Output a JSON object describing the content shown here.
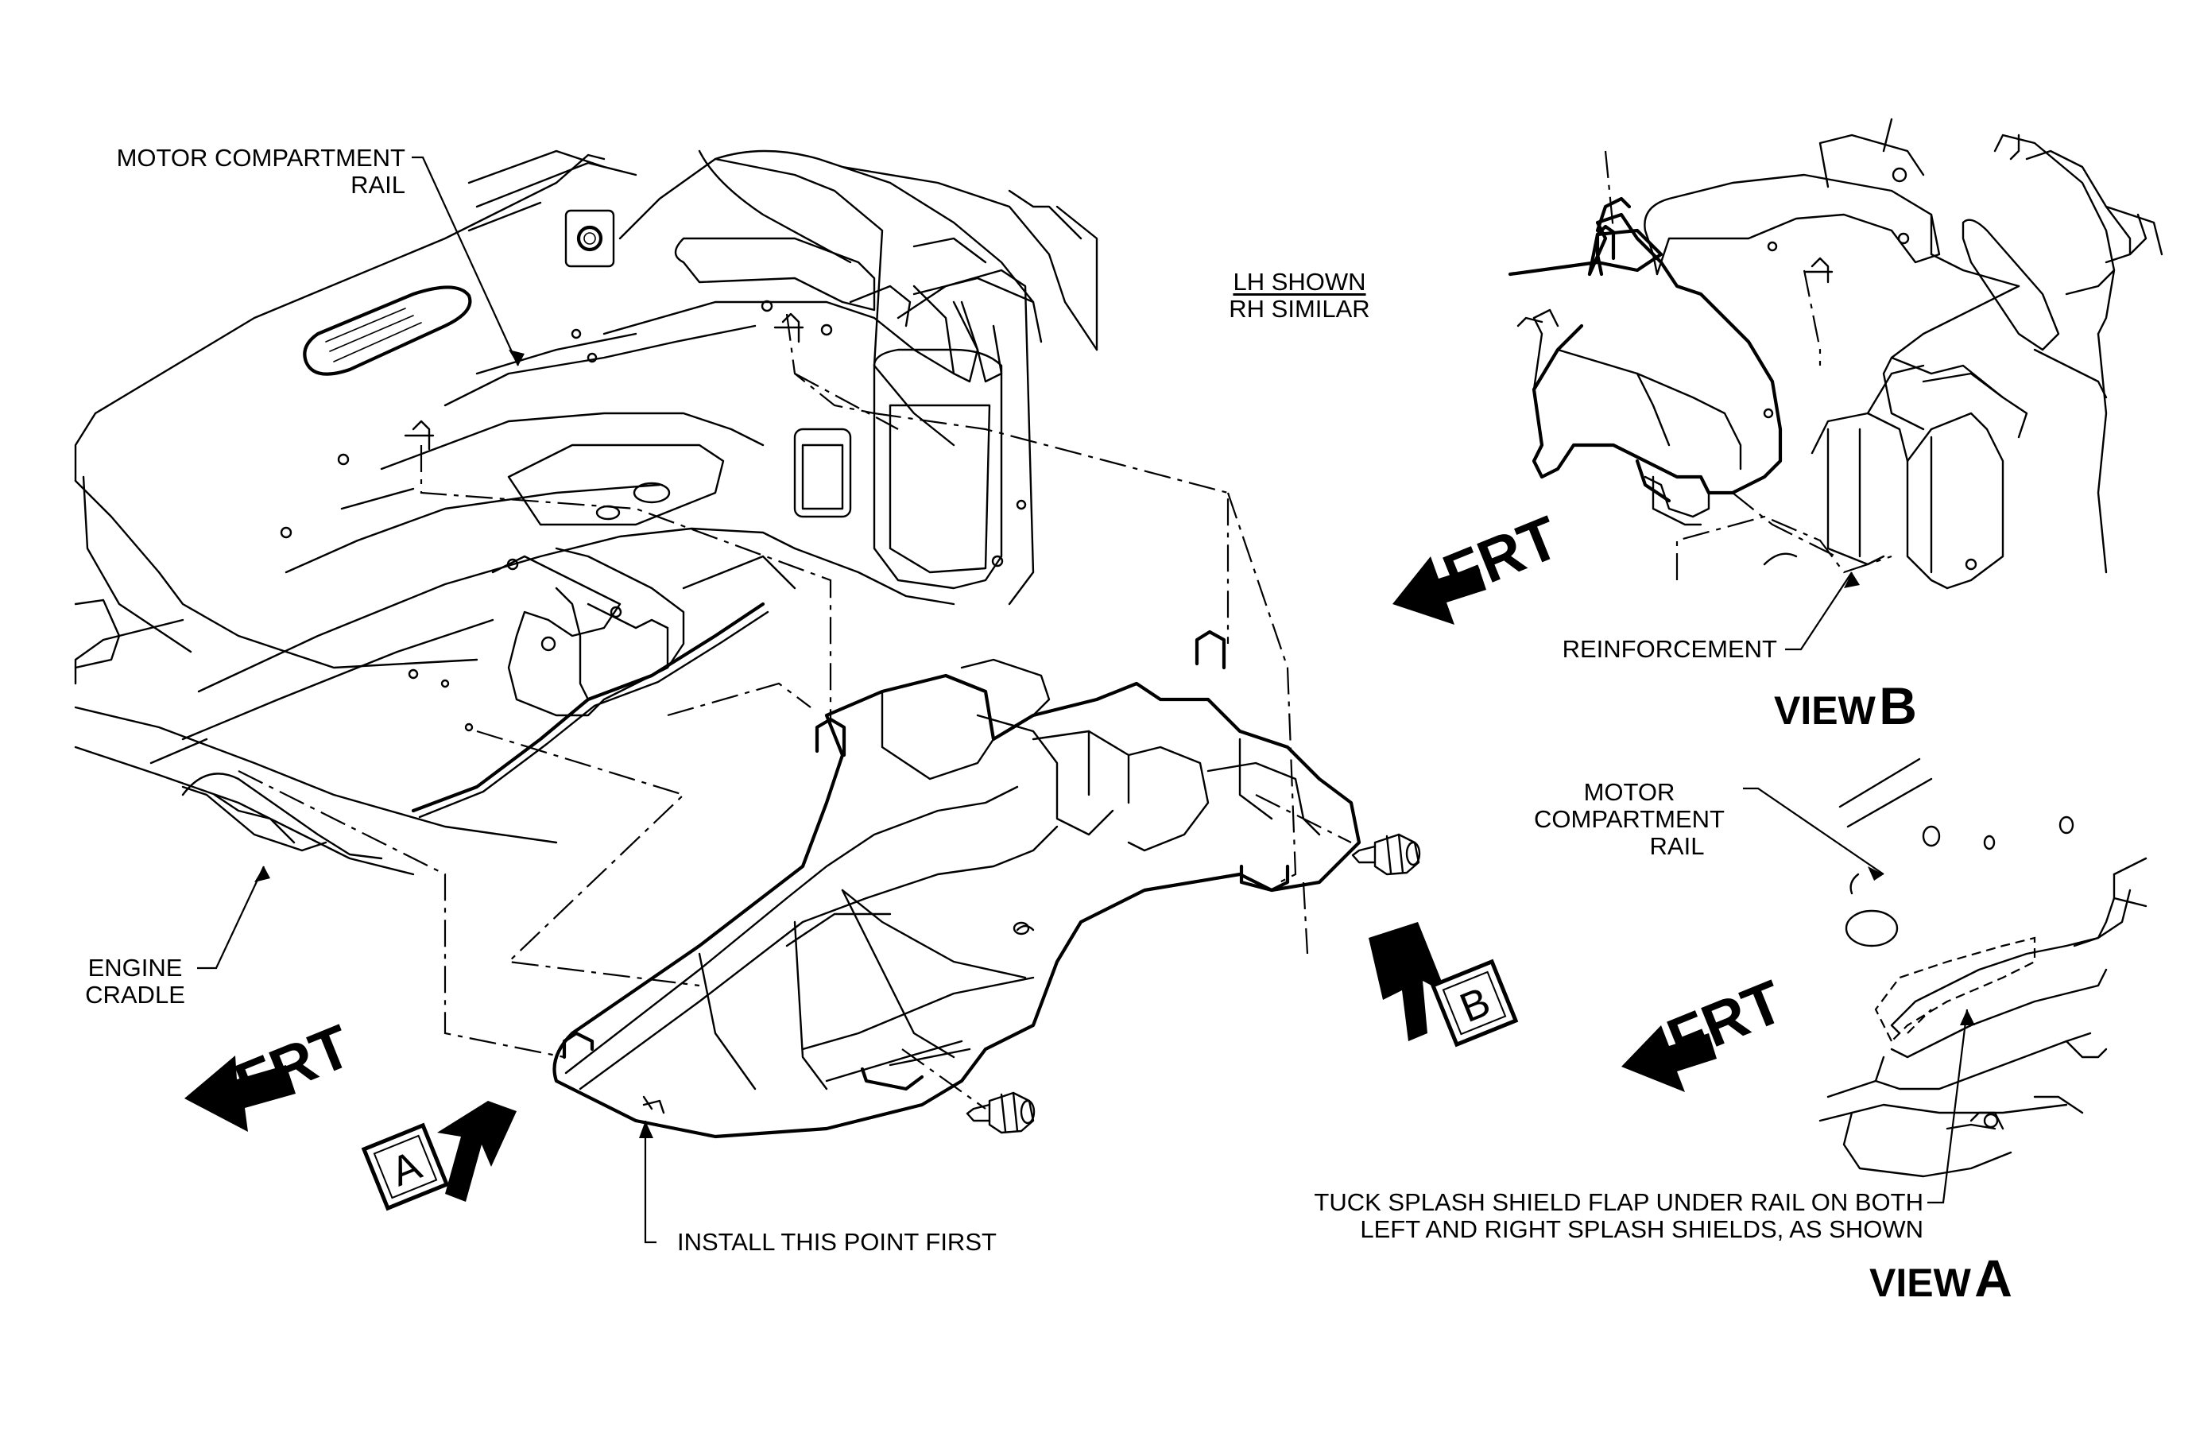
{
  "labels": {
    "motor_rail_main": [
      "MOTOR COMPARTMENT",
      "RAIL"
    ],
    "lh_shown": "LH SHOWN",
    "rh_similar": "RH SIMILAR",
    "engine_cradle": [
      "ENGINE",
      "CRADLE"
    ],
    "install_first": "INSTALL THIS POINT FIRST",
    "reinforcement": "REINFORCEMENT",
    "motor_rail_view_a": [
      "MOTOR",
      "COMPARTMENT",
      "RAIL"
    ],
    "tuck_note": [
      "TUCK SPLASH SHIELD FLAP UNDER RAIL ON BOTH",
      "LEFT AND RIGHT SPLASH SHIELDS, AS SHOWN"
    ]
  },
  "frt": "FRT",
  "callouts": {
    "a": "A",
    "b": "B"
  },
  "views": {
    "b": {
      "word": "VIEW",
      "letter": "B"
    },
    "a": {
      "word": "VIEW",
      "letter": "A"
    }
  }
}
